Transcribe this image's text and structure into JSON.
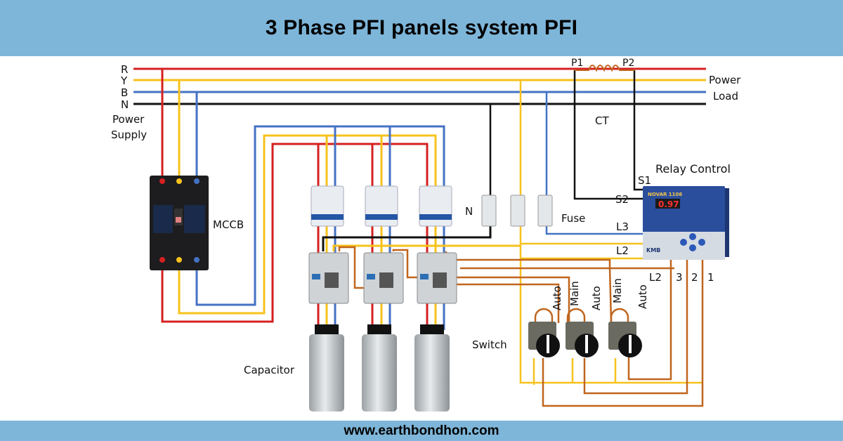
{
  "title": "3 Phase PFI panels system PFI",
  "footer": "www.earthbondhon.com",
  "colors": {
    "band": "#7eb6d9",
    "R": "#d62020",
    "Y": "#f7c21c",
    "B": "#4472c4",
    "N": "#111111",
    "control": "#c0651d"
  },
  "bus": {
    "R": "R",
    "Y": "Y",
    "B": "B",
    "N": "N",
    "power_supply_1": "Power",
    "power_supply_2": "Supply",
    "power": "Power",
    "load": "Load"
  },
  "ct": {
    "p1": "P1",
    "p2": "P2",
    "label": "CT",
    "s1": "S1",
    "s2": "S2"
  },
  "labels": {
    "mccb": "MCCB",
    "capacitor": "Capacitor",
    "switch": "Switch",
    "n": "N",
    "fuse": "Fuse",
    "l3": "L3",
    "l2": "L2",
    "relay_control": "Relay Control"
  },
  "relay": {
    "display": "0.97",
    "brand": "KMB",
    "model": "NOVAR 1106",
    "terminals": [
      "L2",
      "3",
      "2",
      "1"
    ]
  },
  "switch_labels": [
    "Auto",
    "Main",
    "Auto",
    "Main",
    "Auto"
  ]
}
